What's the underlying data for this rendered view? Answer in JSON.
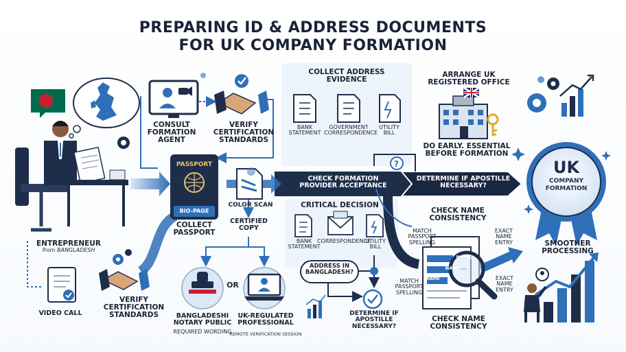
{
  "title_line1": "PREPARING ID & ADDRESS DOCUMENTS",
  "title_line2": "FOR UK COMPANY FORMATION",
  "entrepreneur": {
    "title": "ENTREPRENEUR",
    "subtitle": "from BANGLADESH"
  },
  "consult": "CONSULT FORMATION AGENT",
  "verify_top": "VERIFY CERTIFICATION STANDARDS",
  "passport": {
    "cover": "PASSPORT",
    "bio": "BIO-PAGE"
  },
  "collect_passport": "COLLECT PASSPORT",
  "color_scan": "COLOR SCAN",
  "certified_copy": "CERTIFIED COPY",
  "collect_address": "COLLECT ADDRESS EVIDENCE",
  "address_docs": [
    "BANK STATEMENT",
    "GOVERNMENT CORRESPONDENCE",
    "UTILITY BILL"
  ],
  "check_provider": "CHECK FORMATION PROVIDER ACCEPTANCE",
  "apostille_banner": "DETERMINE IF APOSTILLE NECESSARY?",
  "registered_office": "ARRANGE UK REGISTERED OFFICE",
  "do_early": "DO EARLY. ESSENTIAL BEFORE FORMATION",
  "badge": {
    "uk": "UK",
    "line2": "COMPANY",
    "line3": "FORMATION"
  },
  "critical_decision": "CRITICAL DECISION",
  "decision_docs": [
    "BANK STATEMENT",
    "CORRESPONDENCE",
    "UTILITY BILL"
  ],
  "address_question": "ADDRESS IN BANGLADESH?",
  "determine_bottom": "DETERMINE IF APOSTILLE NECESSARY?",
  "check_name_top": "CHECK NAME CONSISTENCY",
  "check_name_bottom": "CHECK NAME CONSISTENCY",
  "match_spelling": "MATCH PASSPORT SPELLING",
  "exact_entry": "EXACT NAME ENTRY",
  "name_tag": "NAME",
  "smoother": "SMOOTHER PROCESSING",
  "video_call": "VIDEO CALL",
  "verify_bottom": "VERIFY CERTIFICATION STANDARDS",
  "notary": {
    "title": "BANGLADESHI NOTARY PUBLIC",
    "note": "REQUIRED WORDING"
  },
  "or_text": "OR",
  "professional": {
    "title": "UK-REGULATED PROFESSIONAL",
    "note": "REMOTE VERIFICATION SESSION"
  },
  "colors": {
    "navy": "#1e2e4a",
    "blue": "#2f6fb8",
    "light_blue": "#dbe8f6",
    "red": "#c8202f",
    "green": "#006a4e"
  }
}
